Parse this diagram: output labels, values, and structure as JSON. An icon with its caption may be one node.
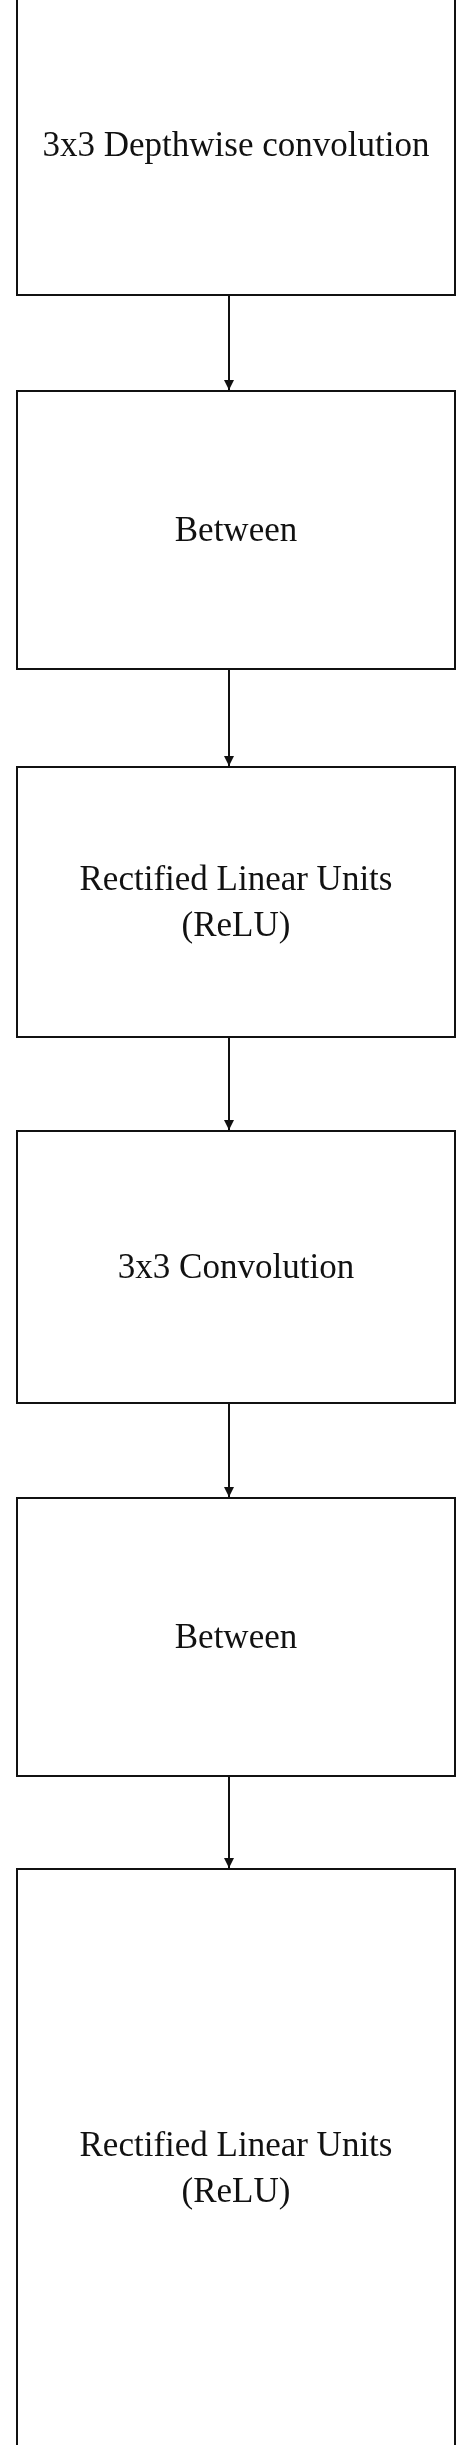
{
  "diagram": {
    "nodes": [
      {
        "text": [
          "3x3 Depthwise convolution"
        ]
      },
      {
        "text": [
          "Between"
        ]
      },
      {
        "text": [
          "Rectified Linear Units (ReLU)"
        ]
      },
      {
        "text": [
          "3x3 Convolution"
        ]
      },
      {
        "text": [
          "Between"
        ]
      },
      {
        "text": [
          "Rectified Linear Units (ReLU)"
        ]
      }
    ],
    "edges": [
      {
        "from": 0,
        "to": 1,
        "arrow": "to"
      },
      {
        "from": 1,
        "to": 2,
        "arrow": "to"
      },
      {
        "from": 2,
        "to": 3,
        "arrow": "to"
      },
      {
        "from": 3,
        "to": 4,
        "arrow": "to"
      },
      {
        "from": 4,
        "to": 5,
        "arrow": "to"
      }
    ]
  }
}
